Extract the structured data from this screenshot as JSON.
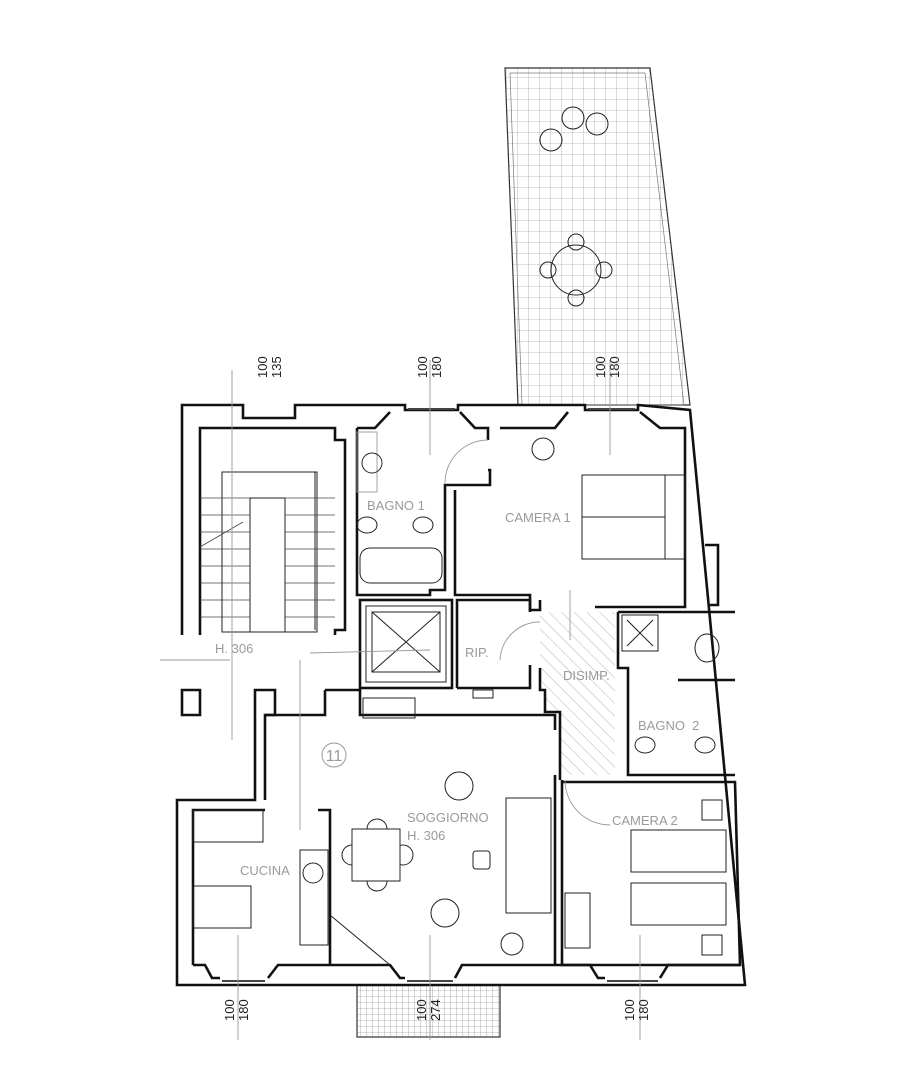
{
  "plan": {
    "unit_number": "11",
    "rooms": {
      "bagno1": "BAGNO 1",
      "camera1": "CAMERA 1",
      "hall_height": "H. 306",
      "rip": "RIP.",
      "disimp": "DISIMP.",
      "bagno2": "BAGNO  2",
      "soggiorno": "SOGGIORNO",
      "soggiorno_height": "H. 306",
      "cucina": "CUCINA",
      "camera2": "CAMERA 2"
    },
    "windows": [
      {
        "sill": "100",
        "height": "135"
      },
      {
        "sill": "100",
        "height": "180"
      },
      {
        "sill": "100",
        "height": "180"
      },
      {
        "sill": "100",
        "height": "180"
      },
      {
        "sill": "100",
        "height": "274"
      },
      {
        "sill": "100",
        "height": "180"
      }
    ]
  }
}
